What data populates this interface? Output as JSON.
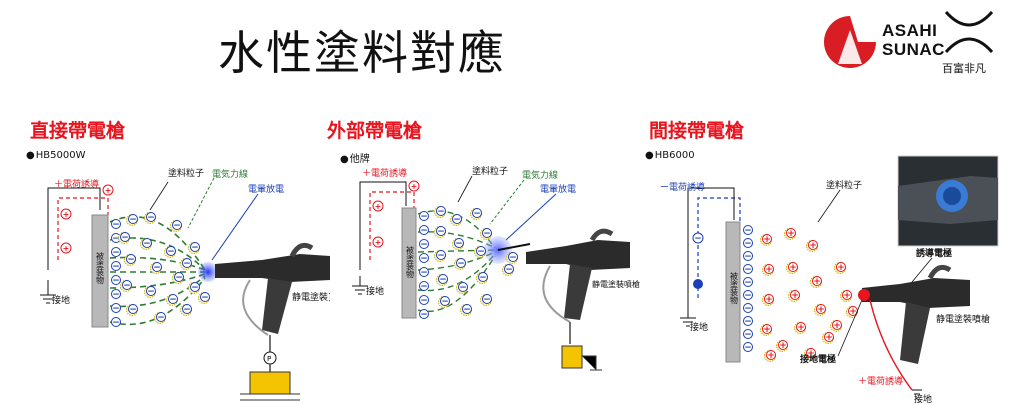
{
  "title": "水性塗料對應",
  "logo": {
    "line1": "ASAHI",
    "line2": "SUNAC",
    "sub": "百富非凡"
  },
  "panels": [
    {
      "heading": "直接帶電槍",
      "model": "HB5000W",
      "labels": {
        "charge": "＋電荷誘導",
        "particles": "塗料粒子",
        "field": "電気力線",
        "corona": "電暈放電",
        "workpiece": "被塗装物",
        "ground": "接地",
        "gun": "静電塗裝]"
      }
    },
    {
      "heading": "外部帶電槍",
      "model": "他牌",
      "labels": {
        "charge": "＋電荷誘導",
        "particles": "塗料粒子",
        "field": "電気力線",
        "corona": "電暈放電",
        "workpiece": "被塗装物",
        "ground": "接地",
        "gun": "静電塗裝噴槍"
      }
    },
    {
      "heading": "間接帶電槍",
      "model": "HB6000",
      "labels": {
        "charge": "ー電荷誘導",
        "particles": "塗料粒子",
        "induction": "誘導電極",
        "workpiece": "被塗装物",
        "ground": "接地",
        "gun": "静電塗裝噴槍",
        "ground_electrode": "接地電極",
        "charge2": "＋電荷誘導",
        "ground2": "接地"
      }
    }
  ],
  "colors": {
    "heading": "#e8141e",
    "field_line": "#2e7d32",
    "positive": "#e8141e",
    "negative": "#1a3fb8",
    "logo_red": "#d81e24"
  }
}
